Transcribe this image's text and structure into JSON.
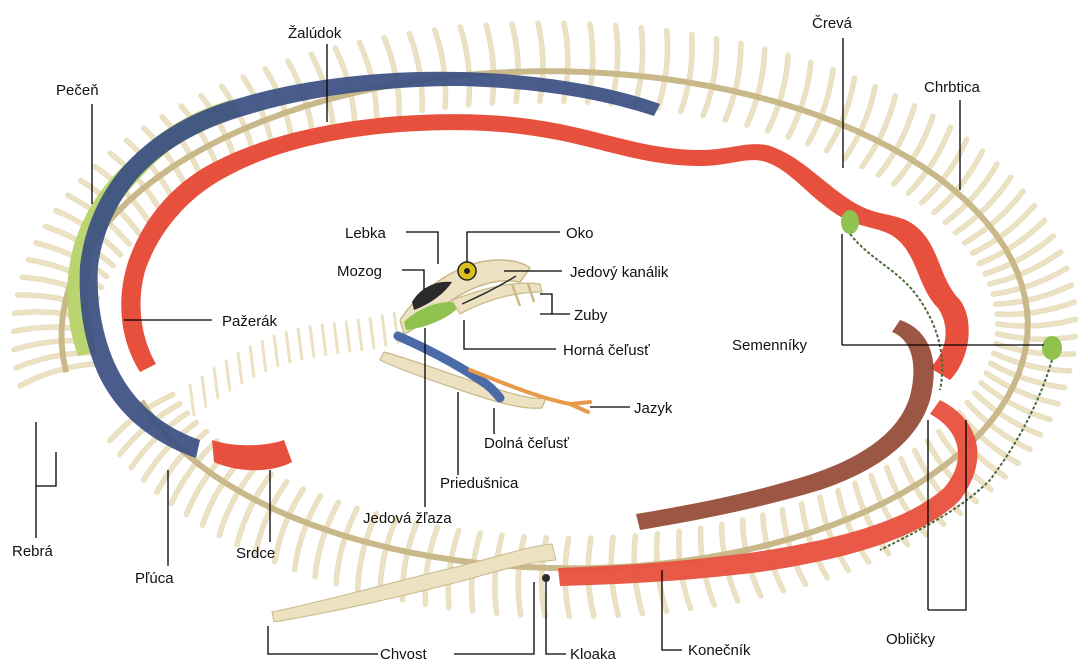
{
  "labels": {
    "zaludok": "Žalúdok",
    "creva": "Črevá",
    "pecen": "Pečeň",
    "chrbtica": "Chrbtica",
    "lebka": "Lebka",
    "oko": "Oko",
    "mozog": "Mozog",
    "jedovy_kanalik": "Jedový kanálik",
    "zuby": "Zuby",
    "pazerak": "Pažerák",
    "horna_celust": "Horná čeľusť",
    "semenniky": "Semenníky",
    "jazyk": "Jazyk",
    "dolna_celust": "Dolná čeľusť",
    "priedusnica": "Priedušnica",
    "jedova_zlaza": "Jedová žľaza",
    "rebra": "Rebrá",
    "pluca": "Pľúca",
    "srdce": "Srdce",
    "oblicky": "Obličky",
    "chvost": "Chvost",
    "kloaka": "Kloaka",
    "konecnik": "Konečník"
  },
  "colors": {
    "bone": "#ece2c2",
    "bone_edge": "#c9b98a",
    "intestine": "#e8503e",
    "liver": "#b7d36a",
    "lung": "#3a4e82",
    "kidney": "#8a3a22",
    "testis": "#8fc24e",
    "tongue": "#e89a4a",
    "trachea": "#4a6aa8",
    "eye": "#d9c21a"
  }
}
